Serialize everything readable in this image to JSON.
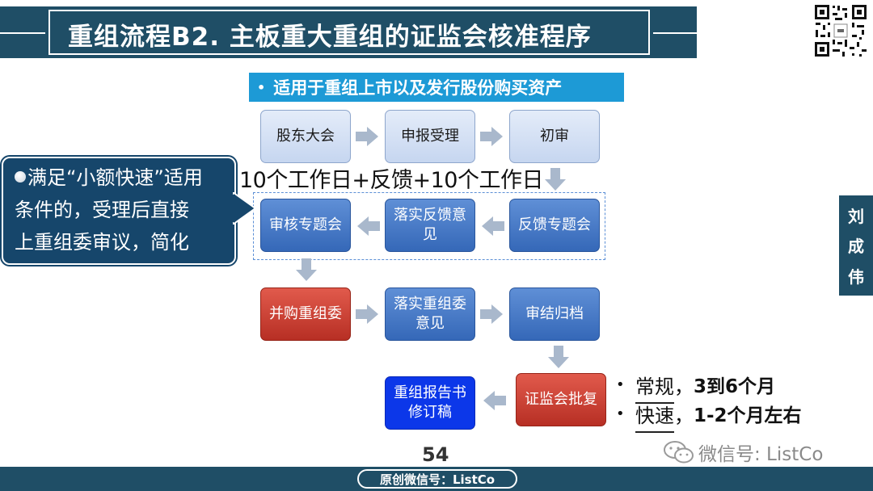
{
  "title": "重组流程B2. 主板重大重组的证监会核准程序",
  "subtitle": {
    "bullet": "•",
    "text": "适用于重组上市以及发行股份购买资产"
  },
  "flow": {
    "row1": [
      "股东大会",
      "申报受理",
      "初审"
    ],
    "days": "10个工作日+反馈+10个工作日",
    "row2": {
      "left": "审核专题会",
      "middle": "落实反馈意见",
      "right": "反馈专题会"
    },
    "row3": [
      "并购重组委",
      "落实重组委意见",
      "审结归档"
    ],
    "row4": {
      "left": "重组报告书修订稿",
      "right": "证监会批复"
    }
  },
  "callout": {
    "lines": [
      "满足“小额快速”适用",
      "条件的，受理后直接",
      "上重组委审议，简化"
    ]
  },
  "name_tab": [
    "刘",
    "成",
    "伟"
  ],
  "notes": [
    {
      "bullet": "•",
      "term": "常规",
      "sep": "，",
      "detail": "3到6个月"
    },
    {
      "bullet": "•",
      "term": "快速",
      "sep": "，",
      "detail": "1-2个月左右"
    }
  ],
  "page_number": "54",
  "watermark": "微信号: ListCo",
  "footer": "原创微信号：ListCo",
  "colors": {
    "title_bg": "#1f4e66",
    "subtitle_bg": "#1d9ad6",
    "box_blue": "#3d73c4",
    "box_red": "#c43a2e",
    "box_strong_blue": "#0c37e9",
    "arrow": "#a9b8cc"
  }
}
